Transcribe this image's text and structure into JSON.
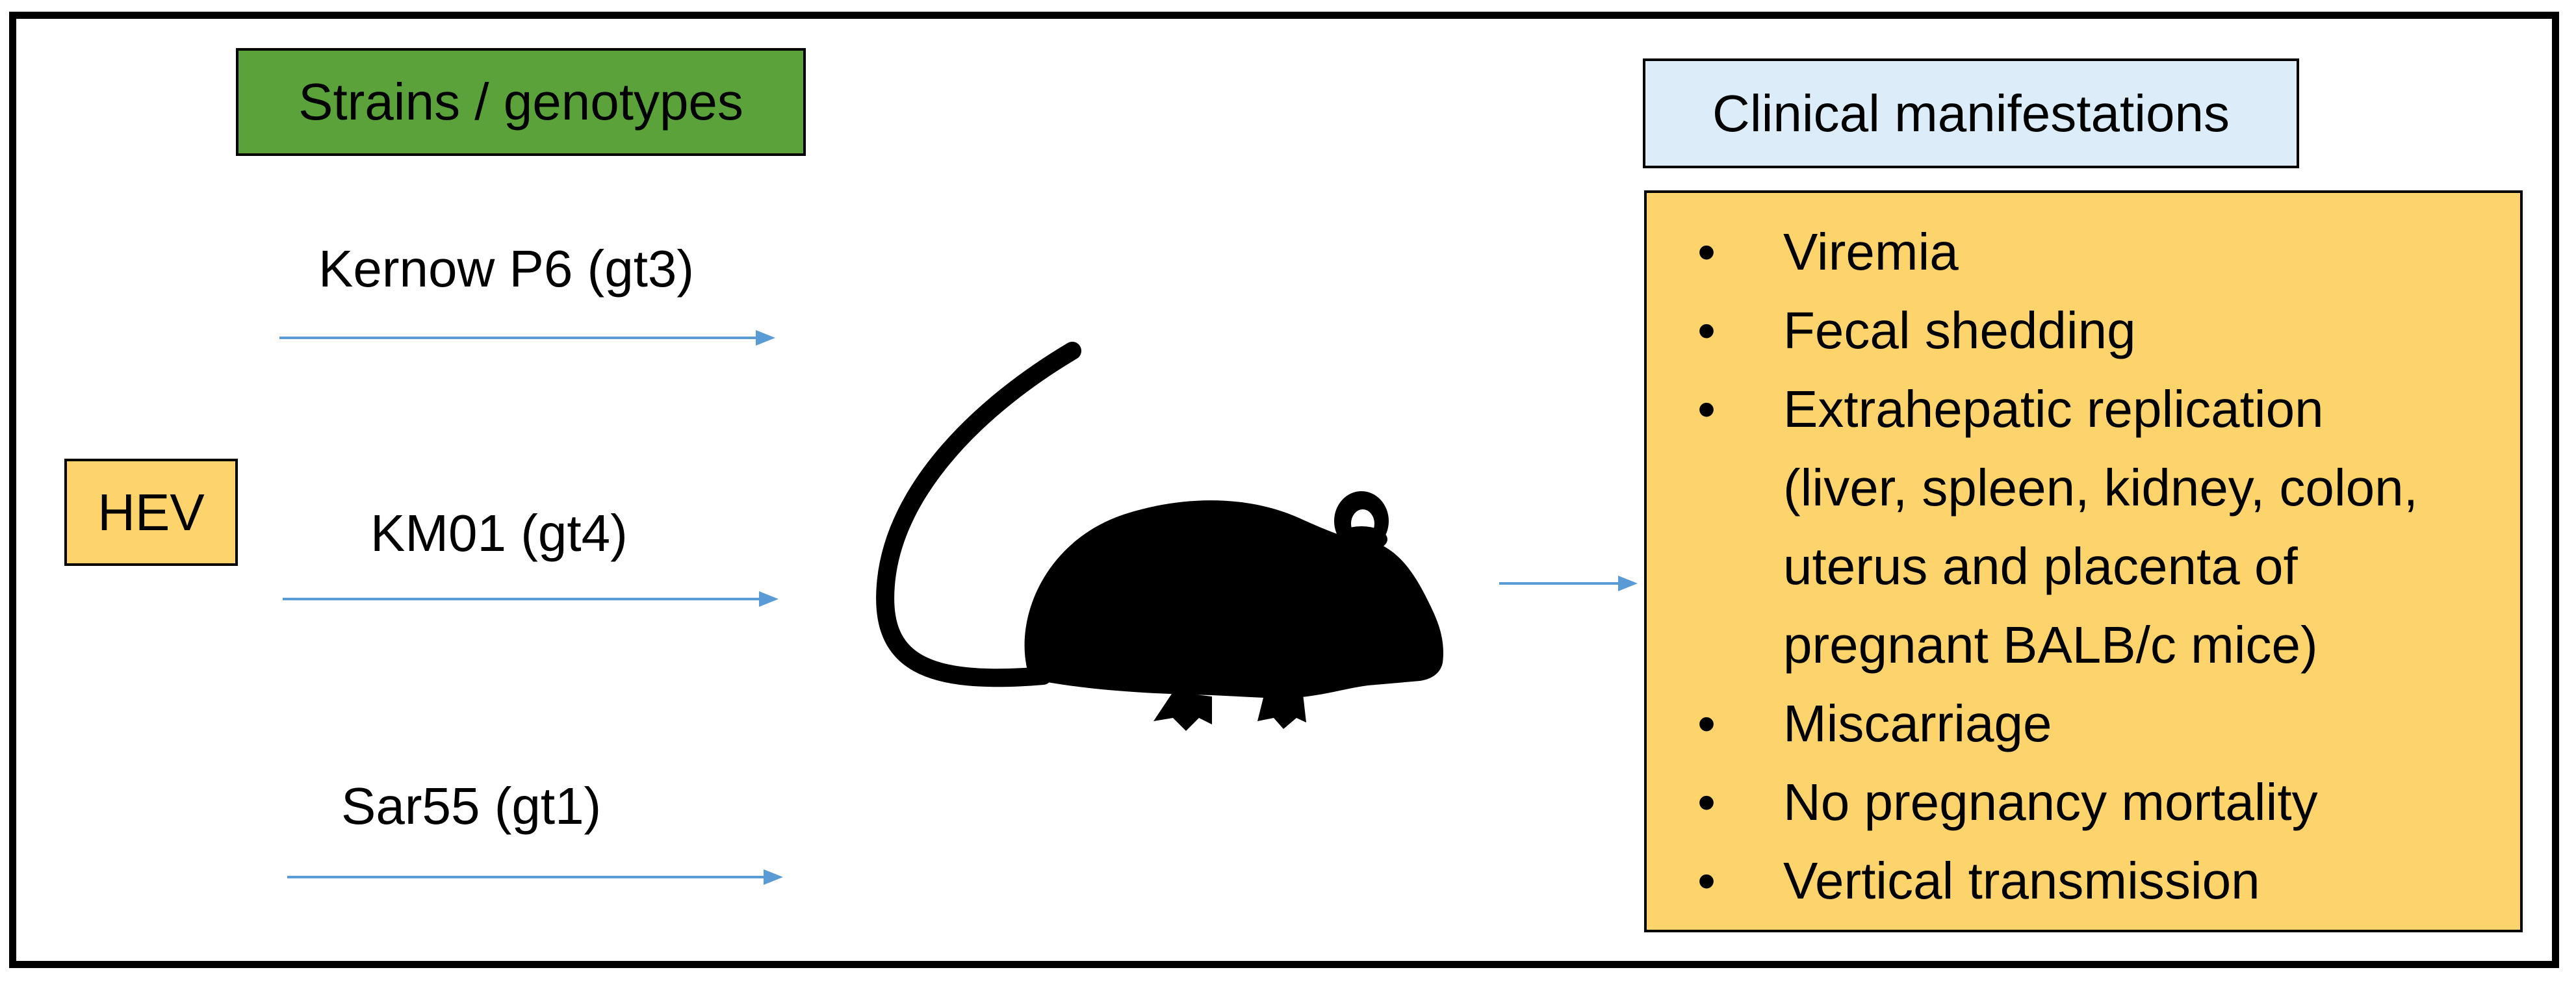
{
  "boxes": {
    "strains_title": "Strains / genotypes",
    "hev": "HEV",
    "clinical_title": "Clinical manifestations"
  },
  "strains": [
    {
      "label": "Kernow P6 (gt3)"
    },
    {
      "label": "KM01 (gt4)"
    },
    {
      "label": "Sar55 (gt1)"
    }
  ],
  "manifestations": [
    {
      "text": "Viremia",
      "bullet": "•"
    },
    {
      "text": "Fecal shedding",
      "bullet": "•"
    },
    {
      "text": "Extrahepatic replication",
      "bullet": "•"
    },
    {
      "text": "(liver, spleen, kidney, colon,",
      "bullet": ""
    },
    {
      "text": "uterus and placenta of",
      "bullet": ""
    },
    {
      "text": "pregnant BALB/c mice)",
      "bullet": ""
    },
    {
      "text": "Miscarriage",
      "bullet": "•"
    },
    {
      "text": "No pregnancy mortality",
      "bullet": "•"
    },
    {
      "text": "Vertical transmission",
      "bullet": "•"
    }
  ],
  "colors": {
    "strains_box": "#5aa239",
    "hev_box": "#fdd36b",
    "clinical_box": "#dcecf8",
    "manifest_box": "#fdd36b",
    "arrow": "#5b9bd5"
  },
  "icons": {
    "animal": "mouse-silhouette-icon"
  }
}
